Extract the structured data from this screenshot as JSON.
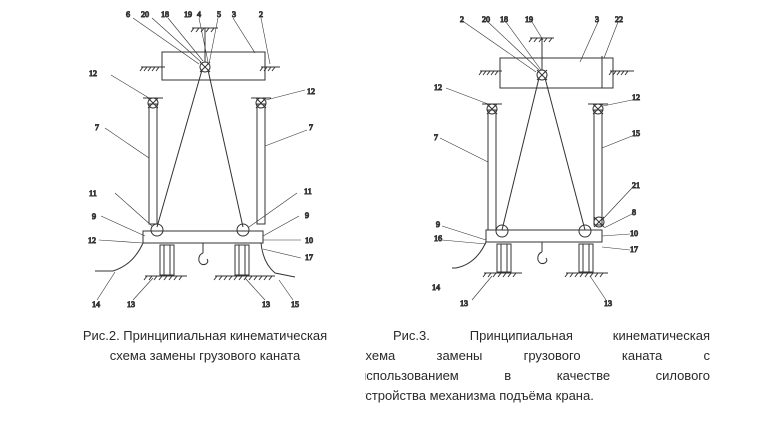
{
  "colors": {
    "line": "#333333",
    "text": "#2a2a2a"
  },
  "figure2": {
    "labels": {
      "n6": "6",
      "n20": "20",
      "n18": "18",
      "n19": "19",
      "n4": "4",
      "n5": "5",
      "n3": "3",
      "n2": "2",
      "n12a": "12",
      "n12b": "12",
      "n7a": "7",
      "n7b": "7",
      "n11a": "11",
      "n11b": "11",
      "n9a": "9",
      "n9b": "9",
      "n12c": "12",
      "n10": "10",
      "n17": "17",
      "n14": "14",
      "n13a": "13",
      "n13b": "13",
      "n15": "15"
    },
    "caption": [
      "Рис.2. Принципиальная кинематическая",
      "схема замены грузового каната"
    ]
  },
  "figure3": {
    "labels": {
      "n2": "2",
      "n20": "20",
      "n18": "18",
      "n19": "19",
      "n3": "3",
      "n22": "22",
      "n12a": "12",
      "n12b": "12",
      "n7": "7",
      "n15top": "15",
      "n21": "21",
      "n8": "8",
      "n9": "9",
      "n16": "16",
      "n10": "10",
      "n17": "17",
      "n14": "14",
      "n13a": "13",
      "n13b": "13"
    },
    "caption": [
      "Рис.3. Принципиальная кинематическая",
      "схема замены грузового каната с",
      "использованием в качестве силового",
      "устройства механизма подъёма крана."
    ]
  }
}
